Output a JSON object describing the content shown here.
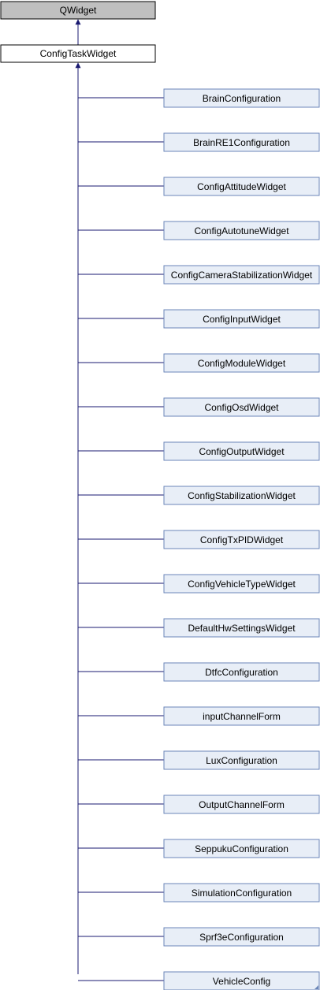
{
  "root": {
    "label": "QWidget"
  },
  "parent": {
    "label": "ConfigTaskWidget"
  },
  "children": [
    {
      "label": "BrainConfiguration"
    },
    {
      "label": "BrainRE1Configuration"
    },
    {
      "label": "ConfigAttitudeWidget"
    },
    {
      "label": "ConfigAutotuneWidget"
    },
    {
      "label": "ConfigCameraStabilizationWidget"
    },
    {
      "label": "ConfigInputWidget"
    },
    {
      "label": "ConfigModuleWidget"
    },
    {
      "label": "ConfigOsdWidget"
    },
    {
      "label": "ConfigOutputWidget"
    },
    {
      "label": "ConfigStabilizationWidget"
    },
    {
      "label": "ConfigTxPIDWidget"
    },
    {
      "label": "ConfigVehicleTypeWidget"
    },
    {
      "label": "DefaultHwSettingsWidget"
    },
    {
      "label": "DtfcConfiguration"
    },
    {
      "label": "inputChannelForm"
    },
    {
      "label": "LuxConfiguration"
    },
    {
      "label": "OutputChannelForm"
    },
    {
      "label": "SeppukuConfiguration"
    },
    {
      "label": "SimulationConfiguration"
    },
    {
      "label": "Sprf3eConfiguration"
    },
    {
      "label": "VehicleConfig"
    }
  ],
  "colors": {
    "root_fill": "#bfbfbf",
    "node_fill": "#ffffff",
    "child_fill": "#e8eef7",
    "child_stroke": "#6b86b8",
    "edge": "#191970",
    "border": "#000000"
  }
}
